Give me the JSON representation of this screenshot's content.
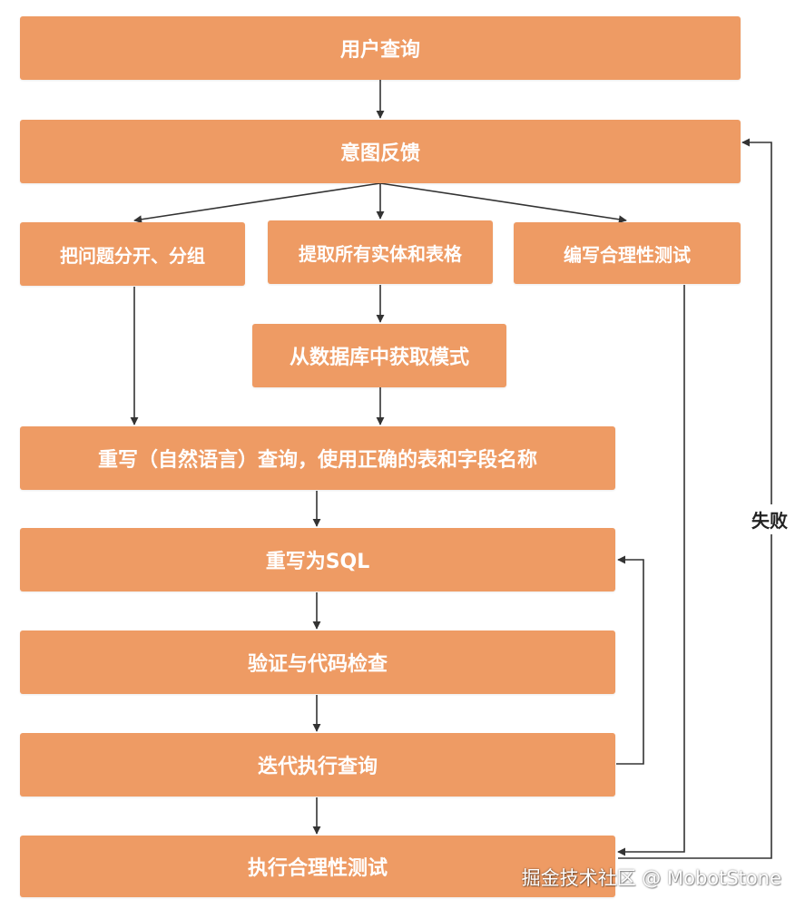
{
  "nodes": {
    "user_query": "用户查询",
    "intent_feedback": "意图反馈",
    "split_group": "把问题分开、分组",
    "extract_entities": "提取所有实体和表格",
    "write_tests": "编写合理性测试",
    "get_schema": "从数据库中获取模式",
    "rewrite_nl": "重写（自然语言）查询，使用正确的表和字段名称",
    "rewrite_sql": "重写为SQL",
    "validate_check": "验证与代码检查",
    "iterate_execute": "迭代执行查询",
    "run_tests": "执行合理性测试"
  },
  "edge_labels": {
    "failure": "失败"
  },
  "watermark": "掘金技术社区 @ MobotStone",
  "colors": {
    "node_fill": "#ee9b64",
    "node_text": "#ffffff",
    "line": "#333333"
  }
}
